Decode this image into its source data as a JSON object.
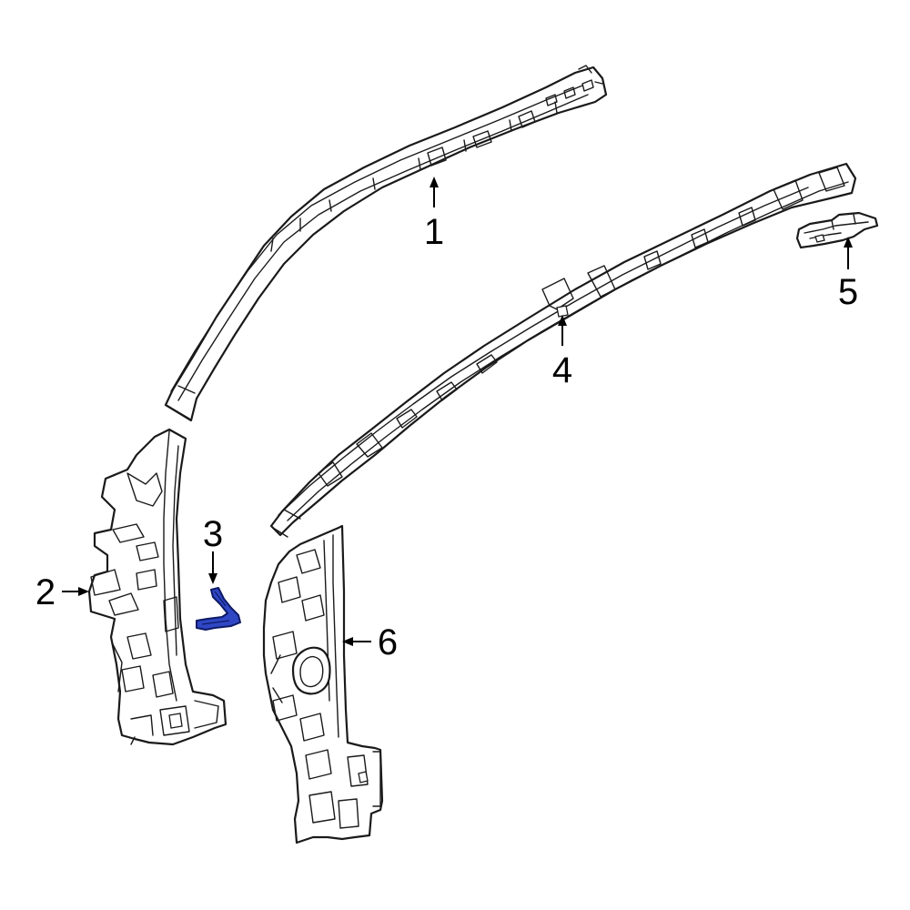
{
  "colors": {
    "background": "#ffffff",
    "line": "#1a1a1a",
    "highlight_fill": "#2f47c4",
    "highlight_stroke": "#0d1a66"
  },
  "callouts": [
    {
      "label": "1"
    },
    {
      "label": "2"
    },
    {
      "label": "3"
    },
    {
      "label": "4"
    },
    {
      "label": "5"
    },
    {
      "label": "6"
    }
  ],
  "highlighted_part": "3"
}
